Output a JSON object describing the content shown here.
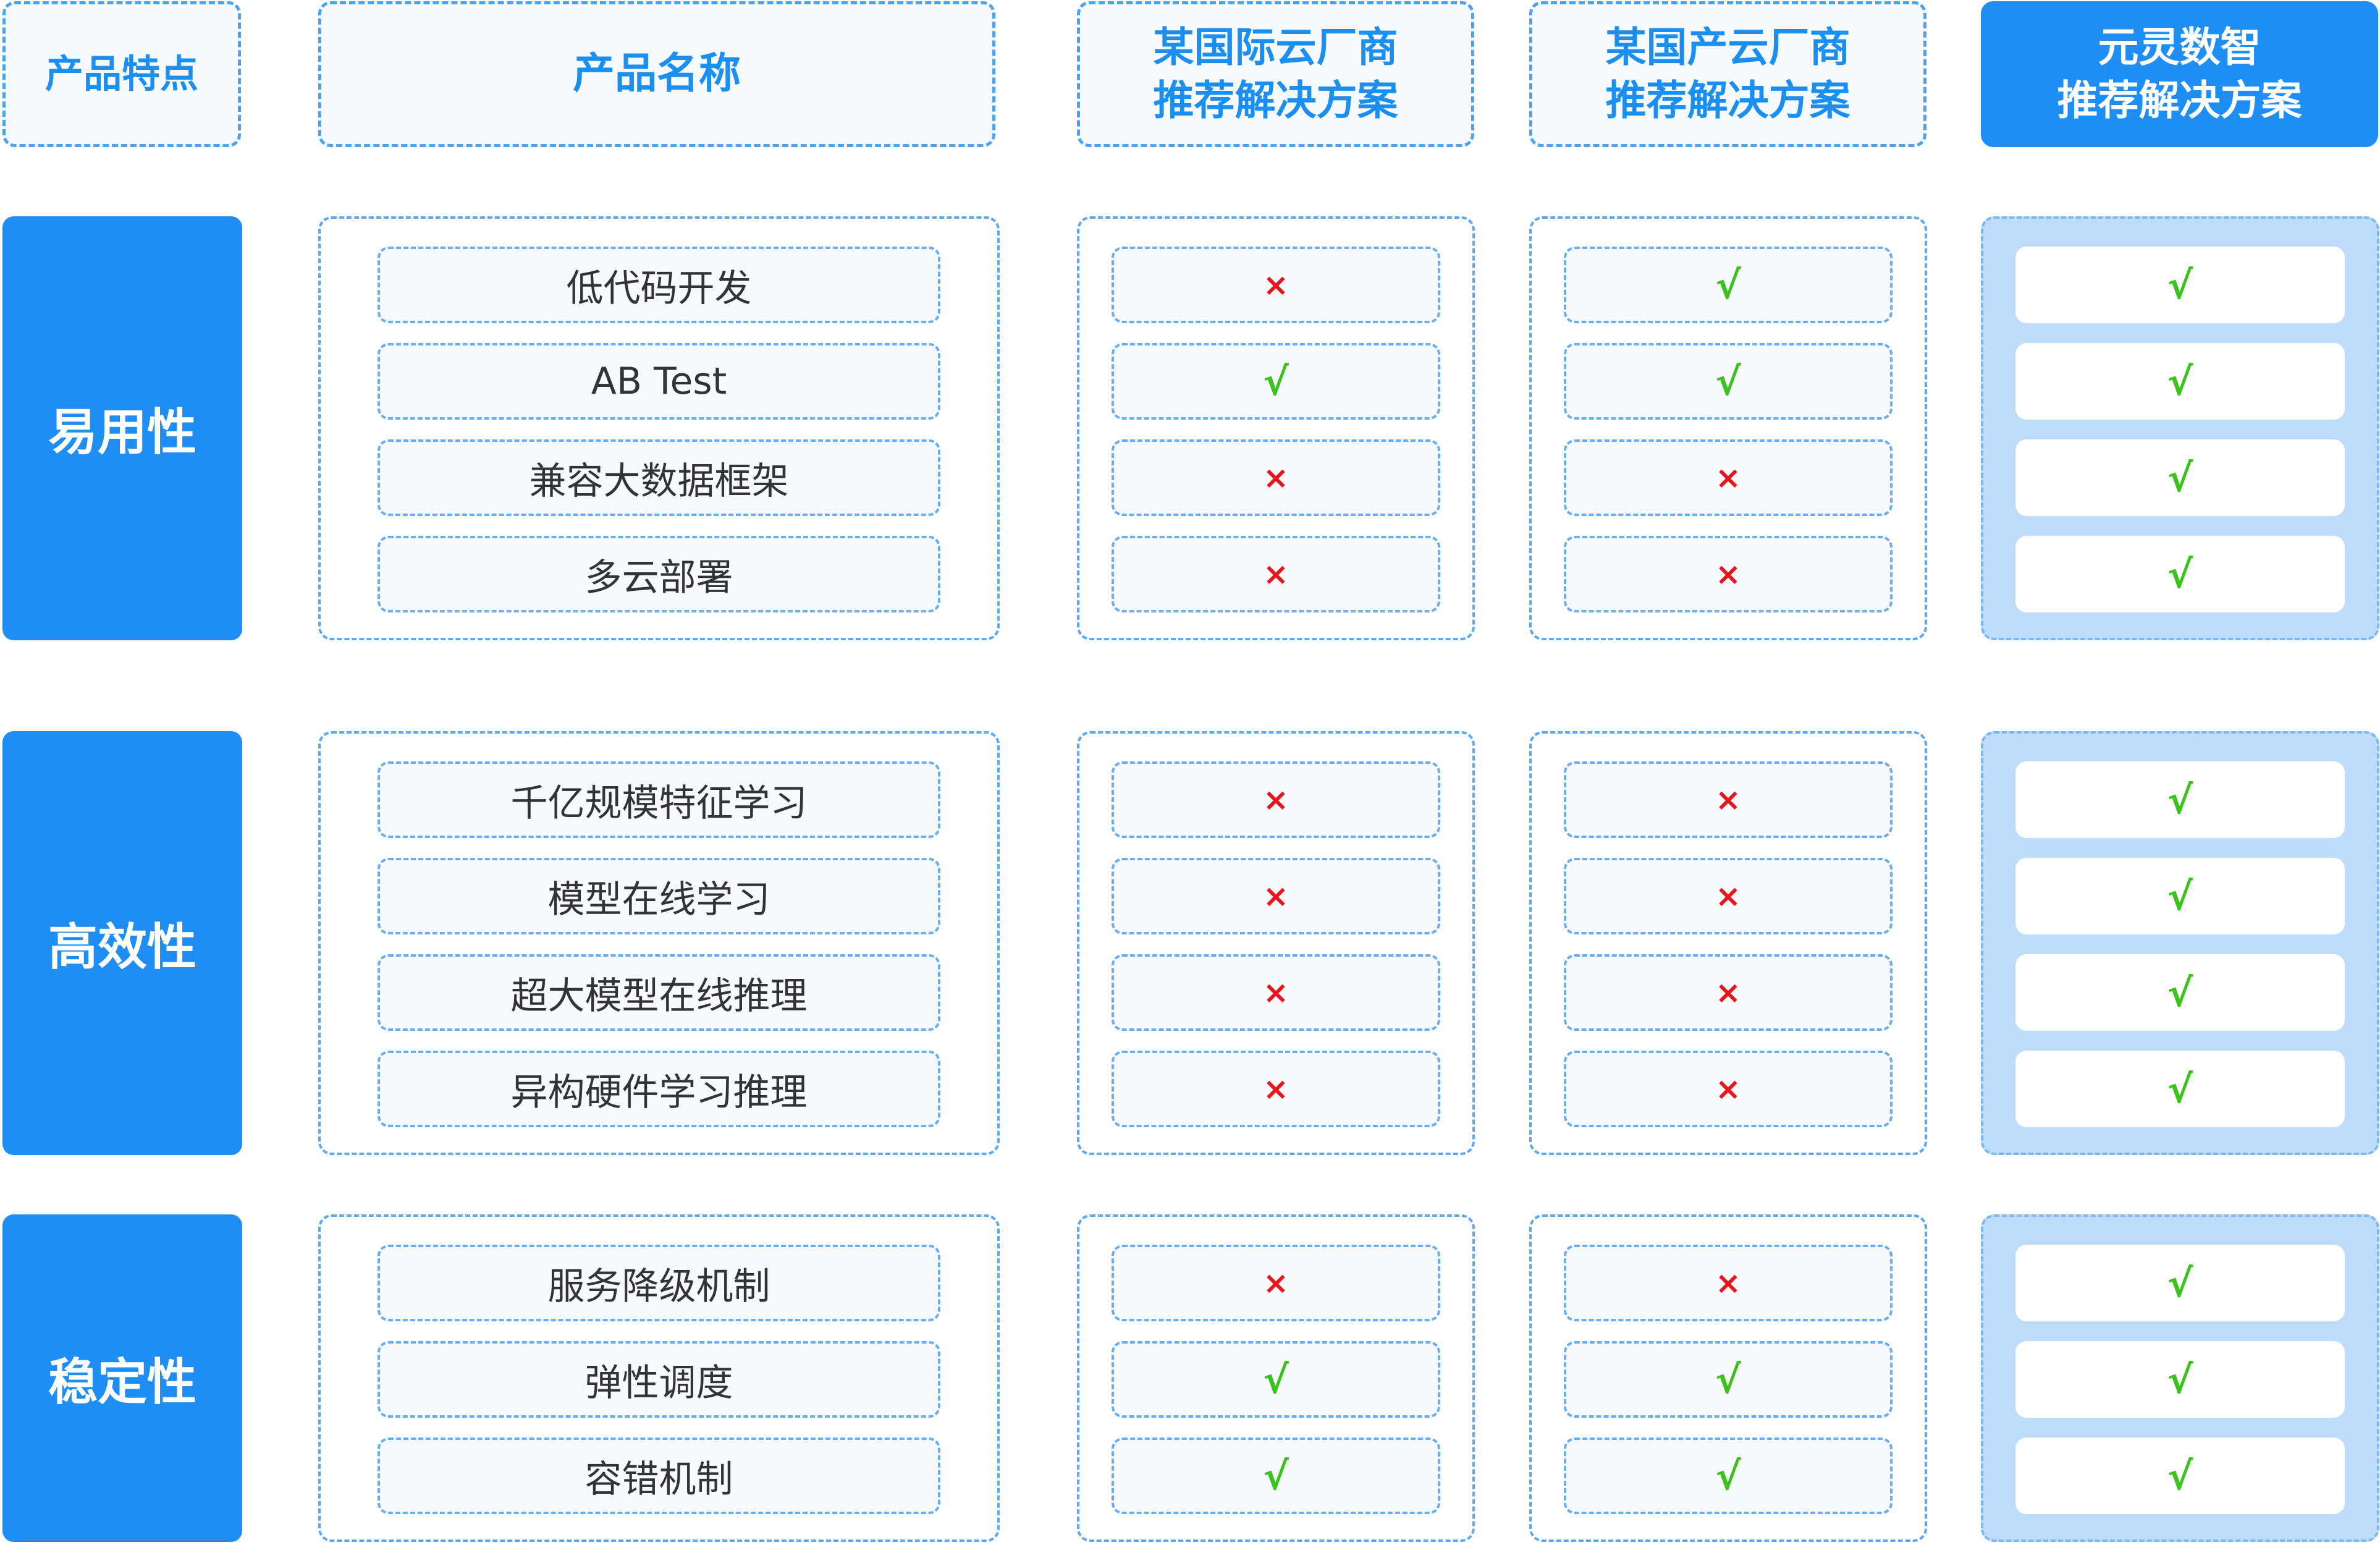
{
  "headers": {
    "feature": "产品特点",
    "product": "产品名称",
    "vendor_intl": [
      "某国际云厂商",
      "推荐解决方案"
    ],
    "vendor_cn": [
      "某国产云厂商",
      "推荐解决方案"
    ],
    "vendor_ours": [
      "元灵数智",
      "推荐解决方案"
    ]
  },
  "marks": {
    "yes": "√",
    "no": "×"
  },
  "colors": {
    "accent": "#1e8ef5",
    "yes": "#3cc21c",
    "no": "#e8151b"
  },
  "groups": [
    {
      "category": "易用性",
      "items": [
        {
          "name": "低代码开发",
          "intl": "no",
          "cn": "yes",
          "ours": "yes"
        },
        {
          "name": "AB Test",
          "intl": "yes",
          "cn": "yes",
          "ours": "yes"
        },
        {
          "name": "兼容大数据框架",
          "intl": "no",
          "cn": "no",
          "ours": "yes"
        },
        {
          "name": "多云部署",
          "intl": "no",
          "cn": "no",
          "ours": "yes"
        }
      ]
    },
    {
      "category": "高效性",
      "items": [
        {
          "name": "千亿规模特征学习",
          "intl": "no",
          "cn": "no",
          "ours": "yes"
        },
        {
          "name": "模型在线学习",
          "intl": "no",
          "cn": "no",
          "ours": "yes"
        },
        {
          "name": "超大模型在线推理",
          "intl": "no",
          "cn": "no",
          "ours": "yes"
        },
        {
          "name": "异构硬件学习推理",
          "intl": "no",
          "cn": "no",
          "ours": "yes"
        }
      ]
    },
    {
      "category": "稳定性",
      "items": [
        {
          "name": "服务降级机制",
          "intl": "no",
          "cn": "no",
          "ours": "yes"
        },
        {
          "name": "弹性调度",
          "intl": "yes",
          "cn": "yes",
          "ours": "yes"
        },
        {
          "name": "容错机制",
          "intl": "yes",
          "cn": "yes",
          "ours": "yes"
        }
      ]
    }
  ]
}
